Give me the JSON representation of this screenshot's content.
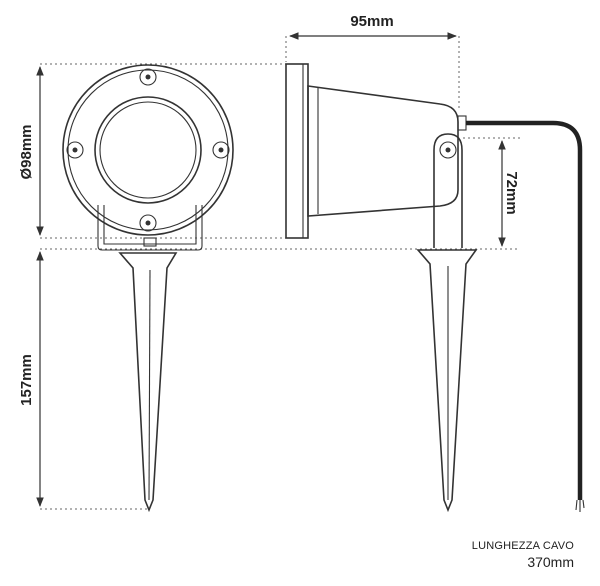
{
  "dimensions": {
    "width_label": "95mm",
    "diameter_label": "Ø98mm",
    "height_label": "72mm",
    "spike_label": "157mm"
  },
  "cable_note": {
    "line1": "LUNGHEZZA CAVO",
    "line2": "370mm"
  }
}
